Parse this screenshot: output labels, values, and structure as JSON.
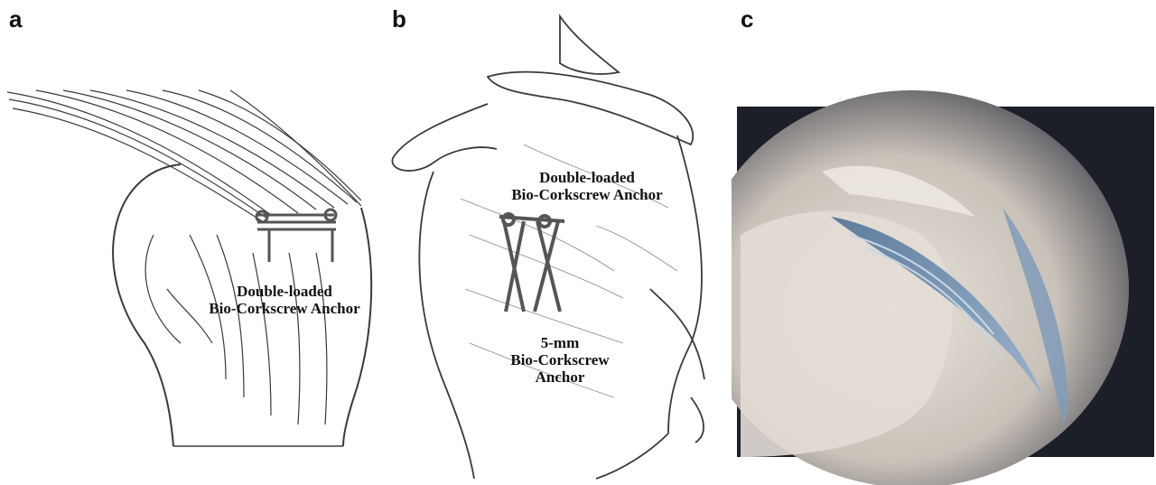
{
  "panels": {
    "a": {
      "letter": "a",
      "label_line1": "Double-loaded",
      "label_line2": "Bio-Corkscrew Anchor"
    },
    "b": {
      "letter": "b",
      "label1_line1": "Double-loaded",
      "label1_line2": "Bio-Corkscrew Anchor",
      "label2_line1": "5-mm",
      "label2_line2": "Bio-Corkscrew",
      "label2_line3": "Anchor"
    },
    "c": {
      "letter": "c"
    }
  },
  "colors": {
    "sketch_line": "#3a3a3a",
    "anchor": "#555555",
    "photo_background": "#1c1f28",
    "tissue": "#d9d3cc",
    "suture_tape": "#7f9bb8"
  }
}
